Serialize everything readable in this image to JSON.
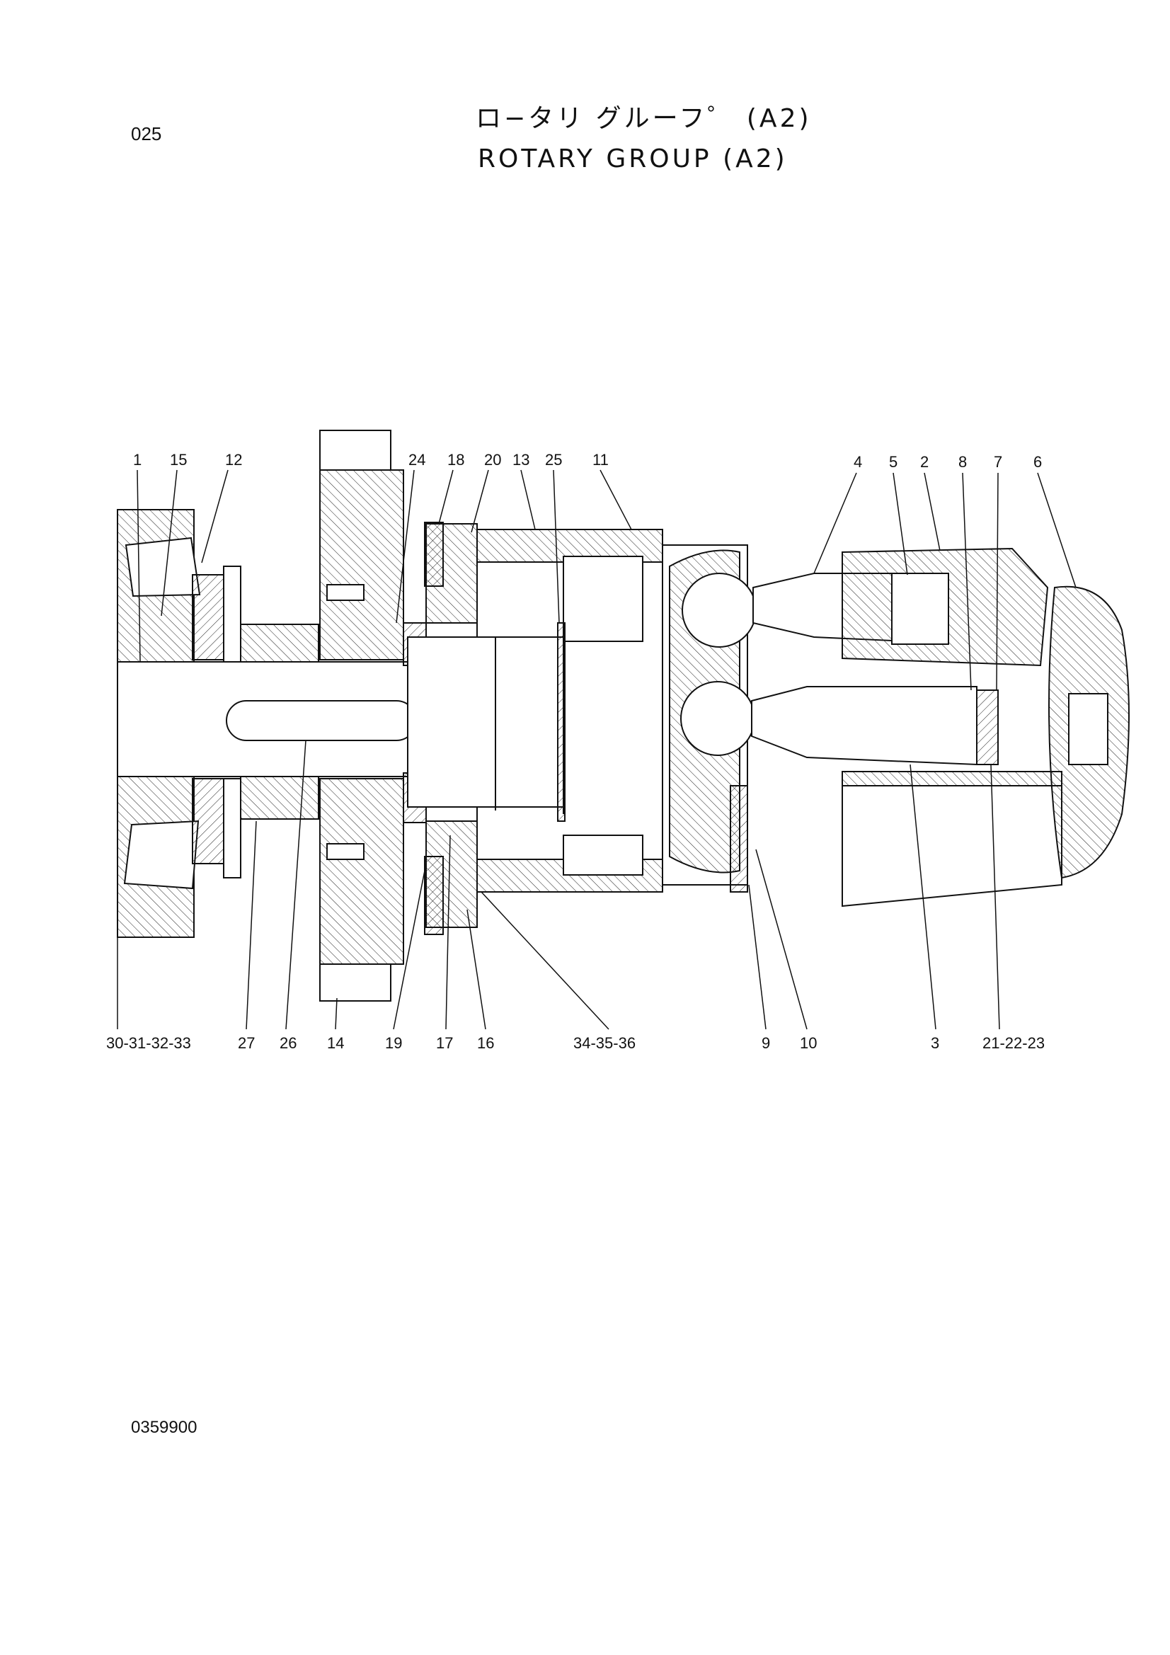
{
  "page_number": "025",
  "title_jp": "ロ−タリ グルーフ゜ (A2)",
  "title_en": "ROTARY GROUP (A2)",
  "document_code": "0359900",
  "callouts": {
    "top": [
      "1",
      "15",
      "12",
      "24",
      "18",
      "20",
      "13",
      "25",
      "11",
      "4",
      "5",
      "2",
      "8",
      "7",
      "6"
    ],
    "bottom": [
      "30-31-32-33",
      "27",
      "26",
      "14",
      "19",
      "17",
      "16",
      "34-35-36",
      "9",
      "10",
      "3",
      "21-22-23"
    ]
  }
}
